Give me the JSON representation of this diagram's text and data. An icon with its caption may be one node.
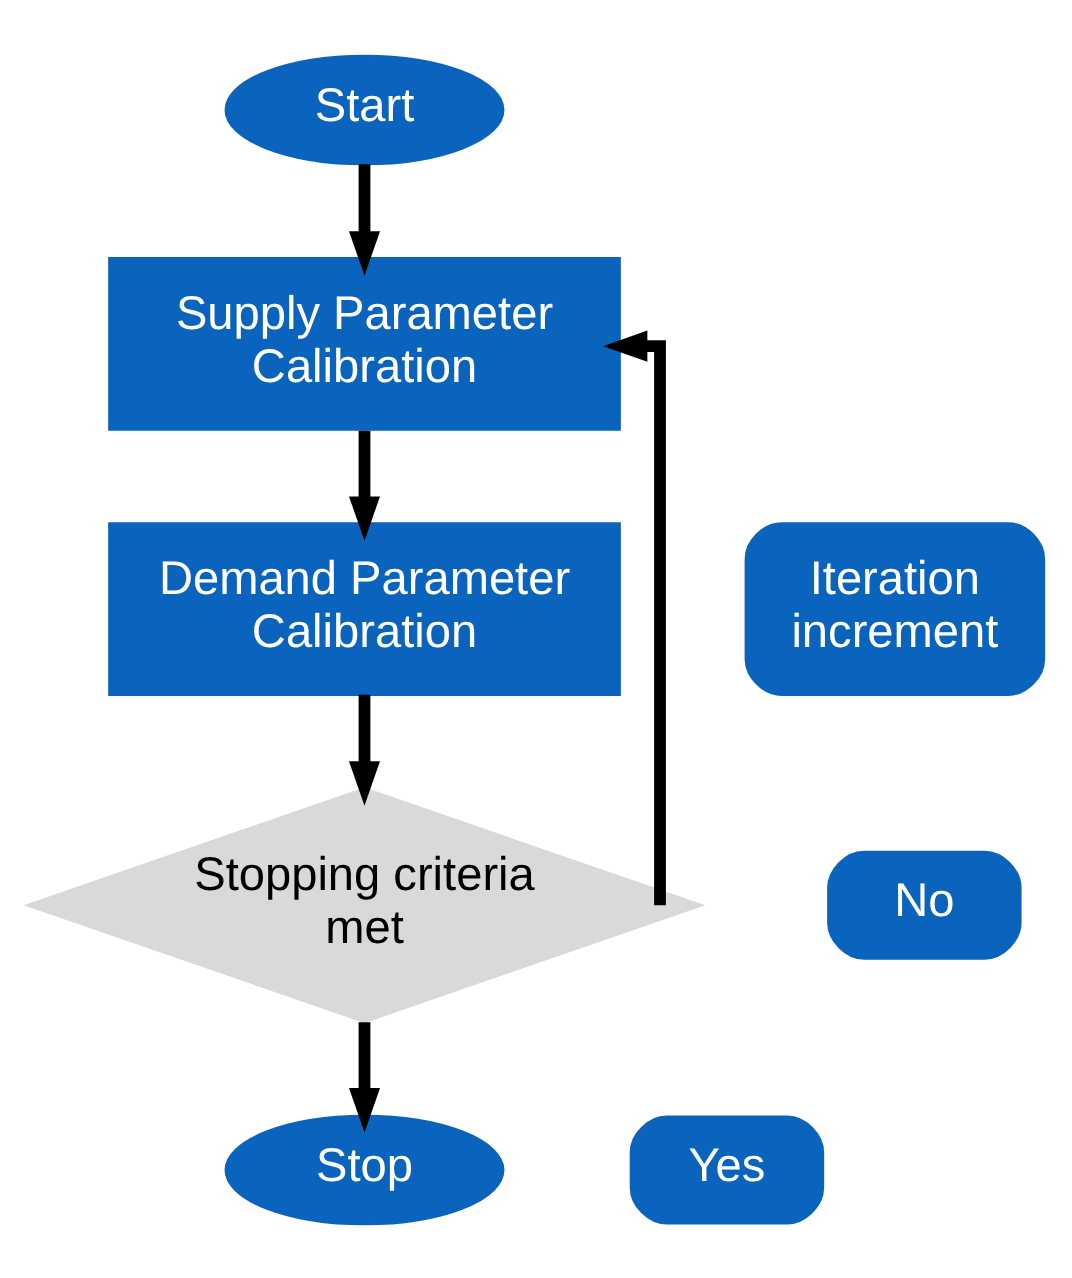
{
  "diagram": {
    "nodes": [
      {
        "text": [
          "Start"
        ]
      },
      {
        "text": [
          "Supply Parameter Calibration"
        ]
      },
      {
        "text": [
          "Demand Parameter Calibration"
        ]
      },
      {
        "text": [
          "Stopping criteria met"
        ]
      },
      {
        "text": [
          "Iteration increment"
        ]
      },
      {
        "text": [
          "No"
        ]
      },
      {
        "text": [
          "Yes"
        ]
      },
      {
        "text": [
          "Stop"
        ]
      }
    ],
    "edges": [
      {
        "from": 0,
        "to": 1,
        "arrow": "to"
      },
      {
        "from": 1,
        "to": 2,
        "arrow": "to"
      },
      {
        "from": 2,
        "to": 3,
        "arrow": "to"
      },
      {
        "from": 3,
        "to": 1,
        "arrow": "to"
      },
      {
        "from": 3,
        "to": 7,
        "arrow": "to"
      }
    ]
  }
}
